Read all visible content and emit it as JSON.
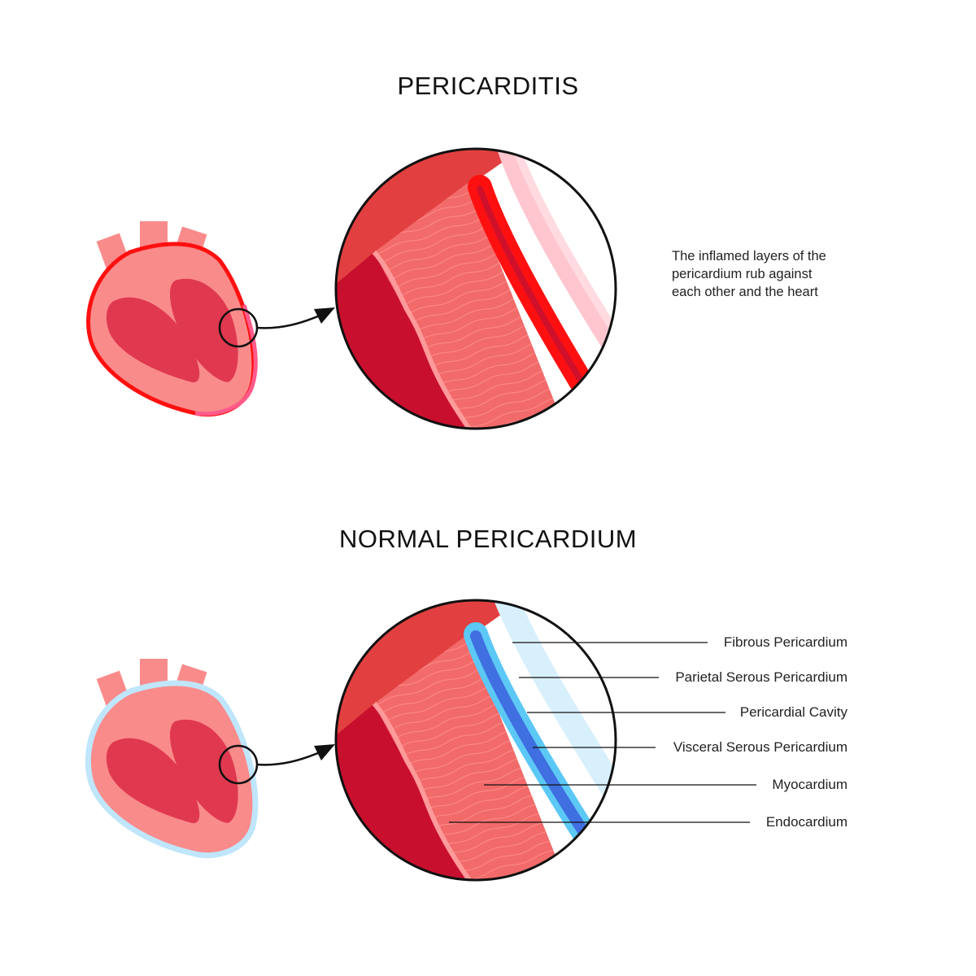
{
  "titles": {
    "top": "PERICARDITIS",
    "bottom": "NORMAL PERICARDIUM"
  },
  "description": "The inflamed layers of the pericardium rub against each other and the heart",
  "labels": [
    "Fibrous Pericardium",
    "Parietal Serous Pericardium",
    "Pericardial Cavity",
    "Visceral Serous Pericardium",
    "Myocardium",
    "Endocardium"
  ],
  "colors": {
    "inflamed": "#ff1010",
    "normal_membrane": "#bfe6fb",
    "cavity_blue": "#3f6fe0",
    "parietal_blue": "#5cc8f5",
    "muscle": "#f26a6a",
    "chamber": "#e0394f",
    "heart_tissue": "#fa8b8b",
    "dark_red": "#c8102e"
  }
}
